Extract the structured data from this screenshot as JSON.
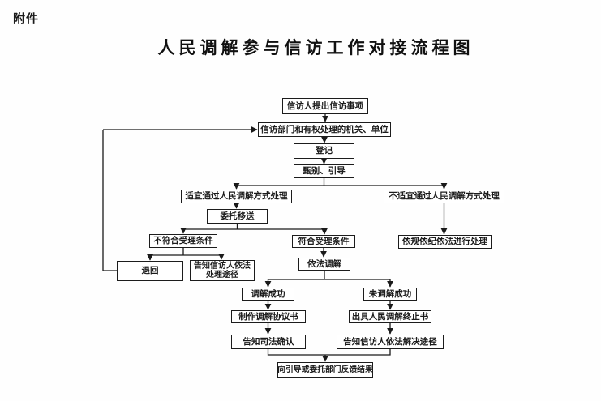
{
  "page": {
    "attachment_label": "附件",
    "title": "人民调解参与信访工作对接流程图"
  },
  "flowchart": {
    "nodes": {
      "submit": "信访人提出信访事项",
      "authority": "信访部门和有权处理的机关、单位",
      "register": "登记",
      "screen": "甄别、引导",
      "suitable": "适宜通过人民调解方式处理",
      "unsuitable": "不适宜通过人民调解方式处理",
      "entrust": "委托移送",
      "handle_by_law": "依规依纪依法进行处理",
      "not_meet_conditions": "不符合受理条件",
      "meet_conditions": "符合受理条件",
      "return_back": "退回",
      "inform_legal_channels": "告知信访人依法处理途径",
      "mediate_by_law": "依法调解",
      "mediation_success": "调解成功",
      "mediation_fail": "未调解成功",
      "make_agreement": "制作调解协议书",
      "issue_termination": "出具人民调解终止书",
      "inform_judicial_confirm": "告知司法确认",
      "inform_legal_resolution": "告知信访人依法解决途径",
      "feedback_result": "向引导或委托部门反馈结果"
    },
    "edges": [
      {
        "from": "submit",
        "to": "authority"
      },
      {
        "from": "authority",
        "to": "register"
      },
      {
        "from": "register",
        "to": "screen"
      },
      {
        "from": "screen",
        "to": "suitable"
      },
      {
        "from": "screen",
        "to": "unsuitable"
      },
      {
        "from": "suitable",
        "to": "entrust"
      },
      {
        "from": "unsuitable",
        "to": "handle_by_law"
      },
      {
        "from": "entrust",
        "to": "not_meet_conditions"
      },
      {
        "from": "entrust",
        "to": "meet_conditions"
      },
      {
        "from": "not_meet_conditions",
        "to": "return_back"
      },
      {
        "from": "not_meet_conditions",
        "to": "inform_legal_channels"
      },
      {
        "from": "return_back",
        "to": "authority"
      },
      {
        "from": "meet_conditions",
        "to": "mediate_by_law"
      },
      {
        "from": "mediate_by_law",
        "to": "mediation_success"
      },
      {
        "from": "mediate_by_law",
        "to": "mediation_fail"
      },
      {
        "from": "mediation_success",
        "to": "make_agreement"
      },
      {
        "from": "make_agreement",
        "to": "inform_judicial_confirm"
      },
      {
        "from": "mediation_fail",
        "to": "issue_termination"
      },
      {
        "from": "issue_termination",
        "to": "inform_legal_resolution"
      },
      {
        "from": "inform_judicial_confirm",
        "to": "feedback_result"
      },
      {
        "from": "inform_legal_resolution",
        "to": "feedback_result"
      }
    ],
    "colors": {
      "background": "#ffffff",
      "box_border": "#1c1c1c",
      "line": "#1a1a1a",
      "text": "#1b1b1b"
    }
  }
}
